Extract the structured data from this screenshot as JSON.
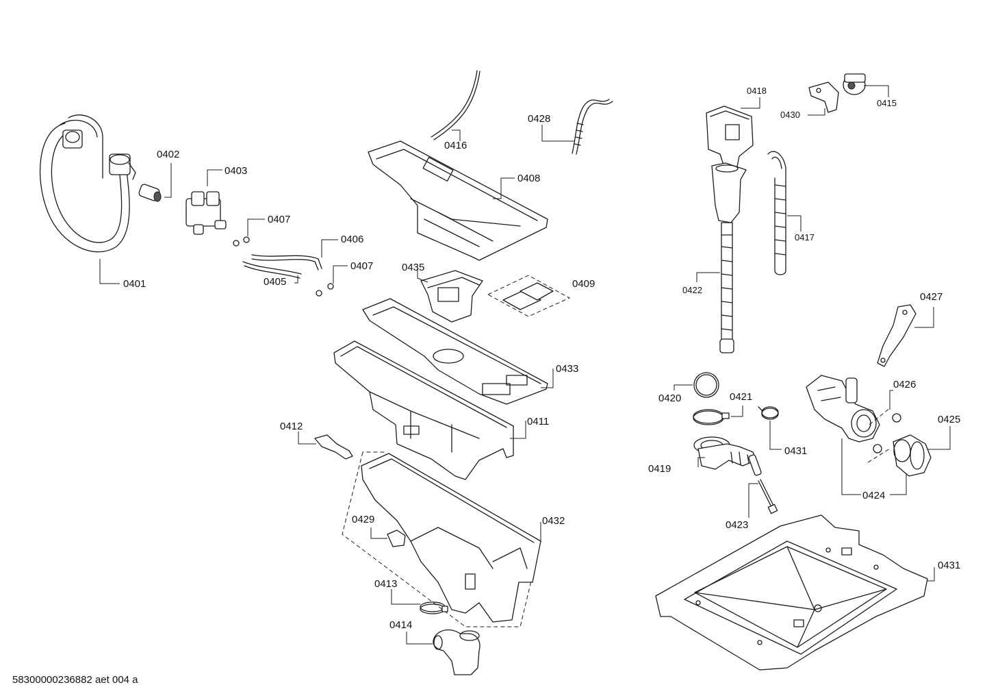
{
  "document_id": "58300000236882 aet 004 a",
  "labels": {
    "p0401": "0401",
    "p0402": "0402",
    "p0403": "0403",
    "p0405": "0405",
    "p0406": "0406",
    "p0407a": "0407",
    "p0407b": "0407",
    "p0408": "0408",
    "p0409": "0409",
    "p0411": "0411",
    "p0412": "0412",
    "p0413": "0413",
    "p0414": "0414",
    "p0415": "0415",
    "p0416": "0416",
    "p0417": "0417",
    "p0418": "0418",
    "p0419": "0419",
    "p0420": "0420",
    "p0421": "0421",
    "p0422": "0422",
    "p0423": "0423",
    "p0424": "0424",
    "p0425": "0425",
    "p0426": "0426",
    "p0427": "0427",
    "p0428": "0428",
    "p0429": "0429",
    "p0430": "0430",
    "p0431a": "0431",
    "p0431b": "0431",
    "p0432": "0432",
    "p0433": "0433",
    "p0435": "0435"
  }
}
